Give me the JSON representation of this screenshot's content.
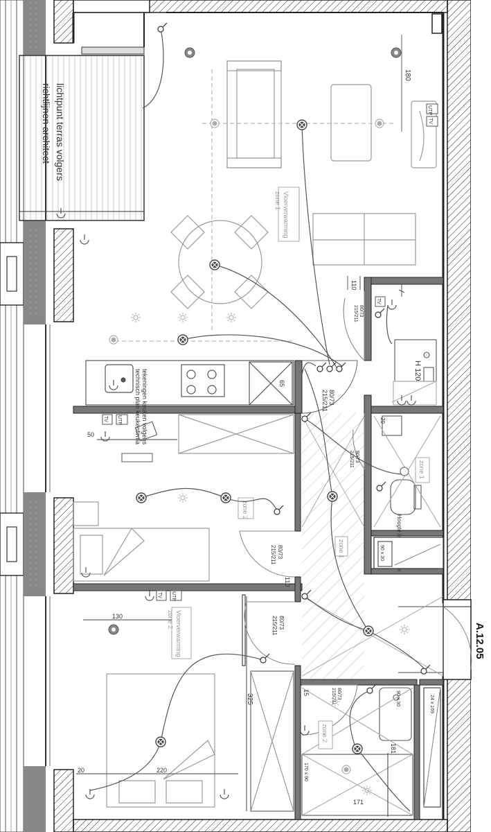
{
  "terrace_note": [
    "lichtpunt terras volgers",
    "richtlijnen architect"
  ],
  "unit_code": "A.12.05",
  "kitchen_note": [
    "technisch plan keukenfirma",
    "tekeningen keuken volgens"
  ],
  "zone_labels": {
    "living": [
      "Vloerverwarming",
      "zone 1"
    ],
    "bedroom1": "zone 2",
    "bedroom2": [
      "Vloerverwarming",
      "zone 2"
    ],
    "wc": "zone 1",
    "bath": "zone 2",
    "hall": "zone 1"
  },
  "dimensions": {
    "d180": "180",
    "d110a": "110",
    "d110b": "110",
    "d65": "65",
    "d50": "50",
    "d130": "130",
    "d20a": "20",
    "d20b": "20",
    "d220": "220",
    "d325": "325",
    "d15": "15",
    "d171": "171",
    "d181": "181",
    "d170x90": "170 x 90",
    "d90x30": "90 x 30",
    "d90x30b": "90 x 30",
    "d24x169": "24 x 169",
    "h120": "H 120",
    "wc_height": "Hoogte lekbord 120 cm"
  },
  "door_codes": {
    "kitchen_hall": [
      "80/73",
      "215/211"
    ],
    "store": [
      "80/73",
      "215/211"
    ],
    "wc": [
      "80/73",
      "215/211"
    ],
    "bedroom1": [
      "80/73",
      "215/211"
    ],
    "bedroom2": [
      "80/73",
      "215/211"
    ],
    "bath": [
      "80/73",
      "215/211"
    ]
  },
  "outlet_codes": {
    "tv_living": "TV",
    "utp_living": "UTP",
    "tv_bed1": "TV",
    "utp_bed1": "UTP",
    "tv_bed2": "TV",
    "utp_bed2": "UTP",
    "tv_store": "TV"
  }
}
